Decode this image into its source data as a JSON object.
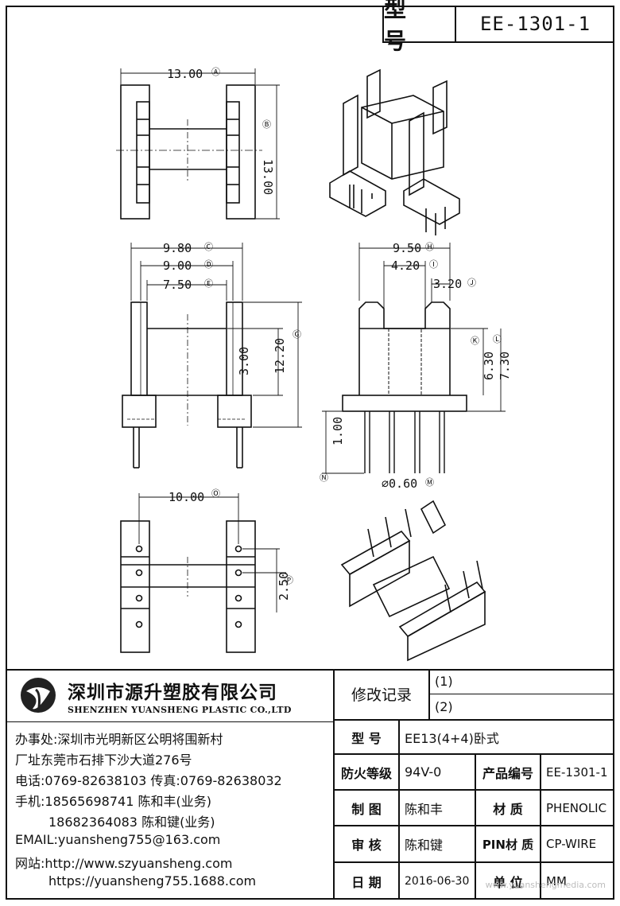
{
  "header": {
    "model_label": "型 号",
    "model_value": "EE-1301-1"
  },
  "dimensions": [
    {
      "id": "A",
      "text": "13.00"
    },
    {
      "id": "B",
      "text": "13.00"
    },
    {
      "id": "C",
      "text": "9.80"
    },
    {
      "id": "D",
      "text": "9.00"
    },
    {
      "id": "E",
      "text": "7.50"
    },
    {
      "id": "F",
      "text": "3.00"
    },
    {
      "id": "G",
      "text": "12.20"
    },
    {
      "id": "H",
      "text": "9.50"
    },
    {
      "id": "I",
      "text": "4.20"
    },
    {
      "id": "J",
      "text": "3.20"
    },
    {
      "id": "K",
      "text": "6.30"
    },
    {
      "id": "L",
      "text": "7.30"
    },
    {
      "id": "M",
      "text": "⌀0.60"
    },
    {
      "id": "N",
      "text": "1.00"
    },
    {
      "id": "O",
      "text": "10.00"
    },
    {
      "id": "P",
      "text": "2.50"
    }
  ],
  "company": {
    "name_cn": "深圳市源升塑胶有限公司",
    "name_en": "SHENZHEN YUANSHENG PLASTIC CO.,LTD",
    "office": "办事处:深圳市光明新区公明将围新村",
    "factory": "厂址东莞市石排下沙大道276号",
    "phone": "电话:0769-82638103 传真:0769-82638032",
    "mobile1": "手机:18565698741 陈和丰(业务)",
    "mobile2": "18682364083 陈和键(业务)",
    "email": "EMAIL:yuansheng755@163.com",
    "web1": "网站:http://www.szyuansheng.com",
    "web2": "https://yuansheng755.1688.com"
  },
  "revision": {
    "label": "修改记录",
    "r1": "(1)",
    "r2": "(2)"
  },
  "table": {
    "model_label": "型 号",
    "model_value": "EE13(4+4)卧式",
    "fire_label": "防火等级",
    "fire_value": "94V-0",
    "code_label": "产品编号",
    "code_value": "EE-1301-1",
    "draw_label": "制 图",
    "draw_value": "陈和丰",
    "material_label": "材 质",
    "material_value": "PHENOLIC",
    "check_label": "审 核",
    "check_value": "陈和键",
    "pin_label": "PIN材 质",
    "pin_value": "CP-WIRE",
    "date_label": "日 期",
    "date_value": "2016-06-30",
    "unit_label": "单 位",
    "unit_value": "MM"
  },
  "watermark": "www.yuanshengmedia.com"
}
